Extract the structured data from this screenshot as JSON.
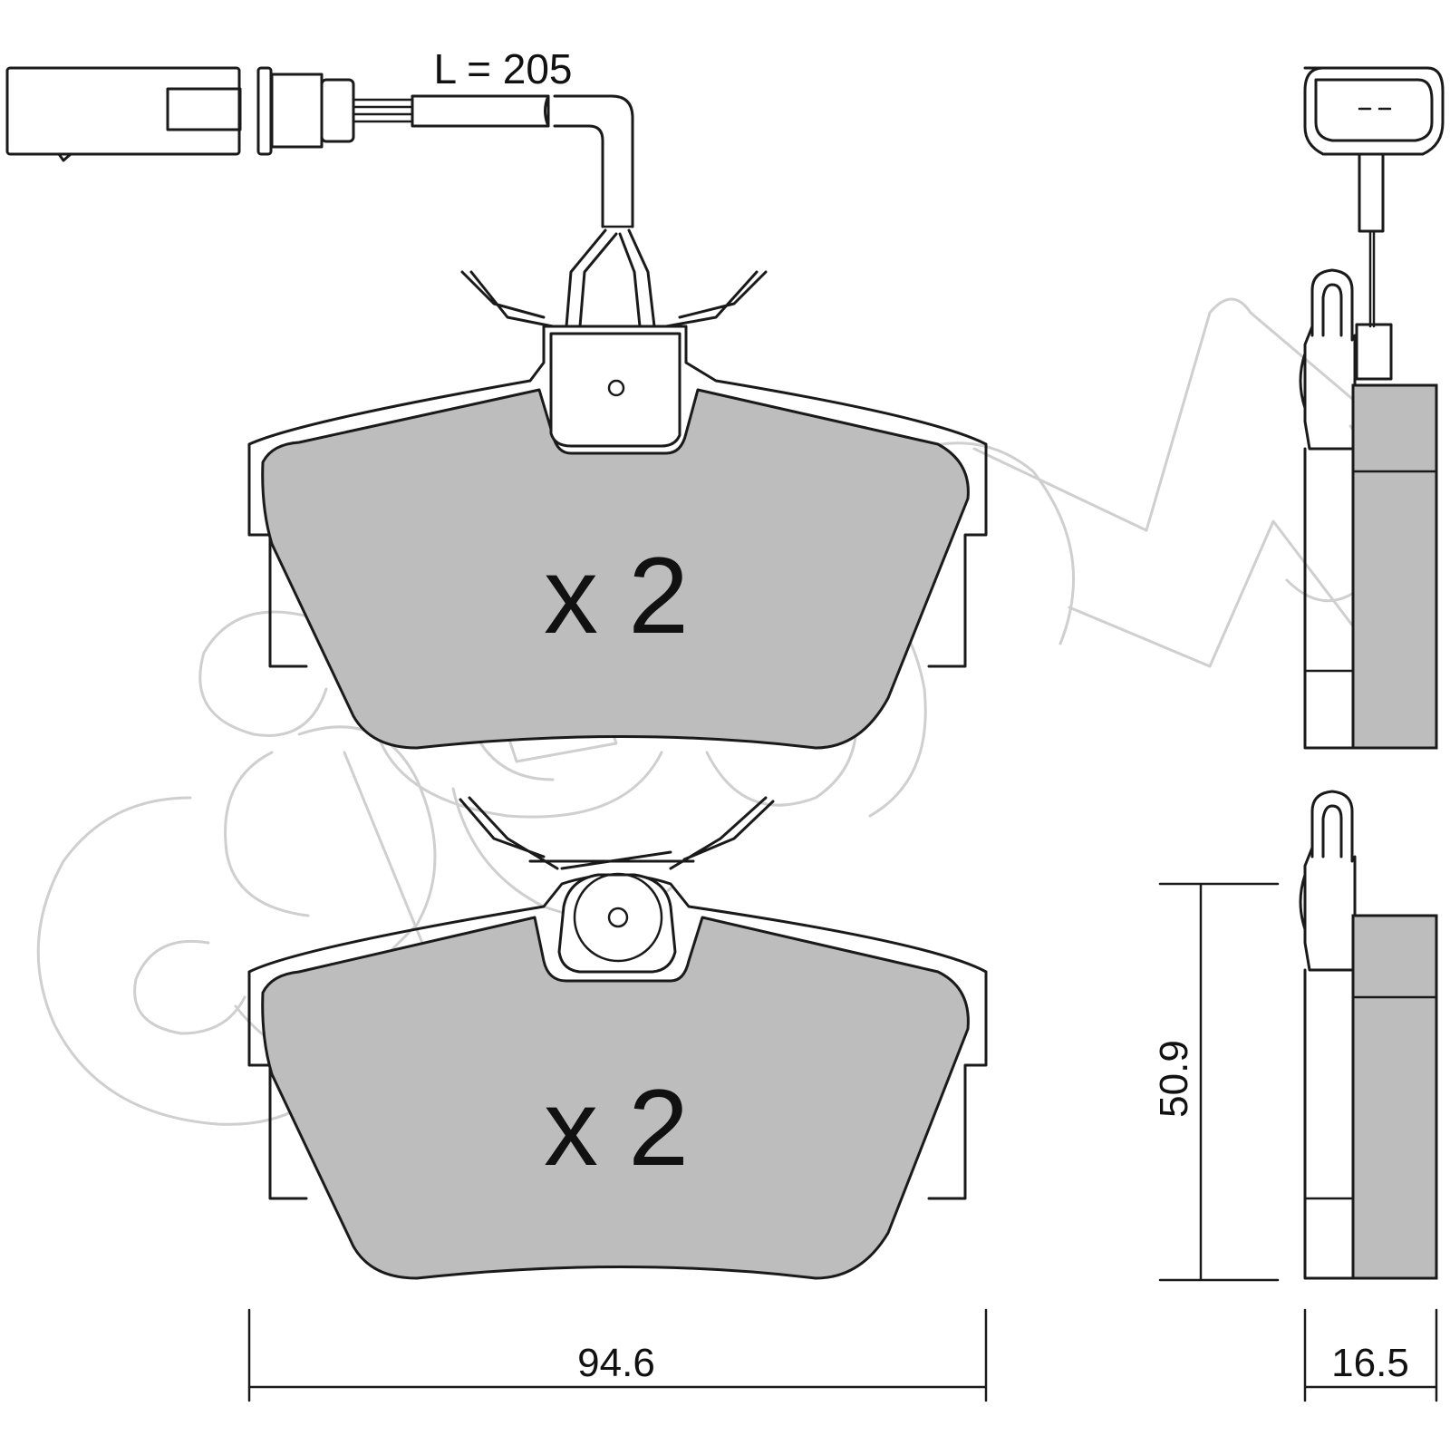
{
  "sensor": {
    "cable_length": "L = 205"
  },
  "pads": [
    {
      "quantity": "x 2",
      "variant": "with wear sensor"
    },
    {
      "quantity": "x 2",
      "variant": "without wear sensor"
    }
  ],
  "dimensions": {
    "width": "94.6",
    "height": "50.9",
    "thickness": "16.5"
  },
  "colors": {
    "friction": "#bdbdbd",
    "line": "#1a1a1a",
    "background": "#ffffff",
    "watermark": "#cfcfcf"
  }
}
